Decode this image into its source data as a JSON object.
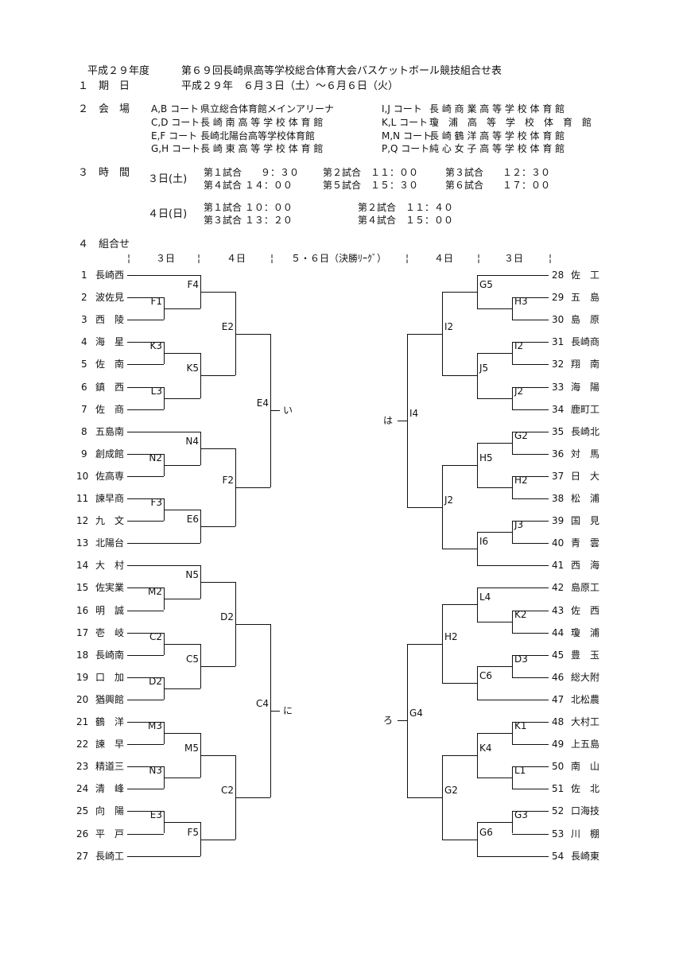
{
  "header": {
    "title_year": "平成２９年度",
    "title": "第６９回長崎県高等学校総合体育大会バスケットボール競技組合せ表",
    "period_label": "１　期　日",
    "period_value": "平成２９年　６月３日（土）～６月６日（火）",
    "venue_label": "２　会　場",
    "venues_left": [
      {
        "courts": "A,B コート",
        "place": "県立総合体育館メインアリーナ"
      },
      {
        "courts": "C,D コート",
        "place": "長 崎 南 高 等 学 校 体 育 館"
      },
      {
        "courts": "E,F コート",
        "place": "長崎北陽台高等学校体育館"
      },
      {
        "courts": "G,H コート",
        "place": "長 崎 東 高 等 学 校 体 育 館"
      }
    ],
    "venues_right": [
      {
        "courts": "I,J コート",
        "place": "長 崎 商 業 高 等 学 校 体 育 館"
      },
      {
        "courts": "K,L コート",
        "place": "瓊　浦　高　等　学　校　体　育　館"
      },
      {
        "courts": "M,N コート",
        "place": "長 崎 鶴 洋 高 等 学 校 体 育 館"
      },
      {
        "courts": "P,Q コート",
        "place": "純 心 女 子 高 等 学 校 体 育 館"
      }
    ],
    "time_label": "３　時　間",
    "day3_label": "３日(土)",
    "day3_row1": [
      "第１試合　　９：３０",
      "第２試合　１１：００",
      "第３試合　　１２：３０"
    ],
    "day3_row2": [
      "第４試合 １４：００",
      "第５試合　１５：３０",
      "第６試合　　１７：００"
    ],
    "day4_label": "４日(日)",
    "day4_row1": [
      "第１試合 １０：００",
      "第２試合　１１：４０"
    ],
    "day4_row2": [
      "第３試合 １３：２０",
      "第４試合　１５：００"
    ],
    "bracket_label": "４　組合せ",
    "day_headers": [
      "３日",
      "４日",
      "５・６日（決勝ﾘｰｸﾞ）",
      "４日",
      "３日"
    ]
  },
  "left_teams": [
    {
      "no": "1",
      "name": "長崎西"
    },
    {
      "no": "2",
      "name": "波佐見"
    },
    {
      "no": "3",
      "name": "西　陵"
    },
    {
      "no": "4",
      "name": "海　星"
    },
    {
      "no": "5",
      "name": "佐　南"
    },
    {
      "no": "6",
      "name": "鎮　西"
    },
    {
      "no": "7",
      "name": "佐　商"
    },
    {
      "no": "8",
      "name": "五島南"
    },
    {
      "no": "9",
      "name": "創成館"
    },
    {
      "no": "10",
      "name": "佐高専"
    },
    {
      "no": "11",
      "name": "諫早商"
    },
    {
      "no": "12",
      "name": "九　文"
    },
    {
      "no": "13",
      "name": "北陽台"
    },
    {
      "no": "14",
      "name": "大　村"
    },
    {
      "no": "15",
      "name": "佐実業"
    },
    {
      "no": "16",
      "name": "明　誠"
    },
    {
      "no": "17",
      "name": "壱　岐"
    },
    {
      "no": "18",
      "name": "長崎南"
    },
    {
      "no": "19",
      "name": "口　加"
    },
    {
      "no": "20",
      "name": "猶興館"
    },
    {
      "no": "21",
      "name": "鶴　洋"
    },
    {
      "no": "22",
      "name": "諫　早"
    },
    {
      "no": "23",
      "name": "精道三"
    },
    {
      "no": "24",
      "name": "清　峰"
    },
    {
      "no": "25",
      "name": "向　陽"
    },
    {
      "no": "26",
      "name": "平　戸"
    },
    {
      "no": "27",
      "name": "長崎工"
    }
  ],
  "right_teams": [
    {
      "no": "28",
      "name": "佐　工"
    },
    {
      "no": "29",
      "name": "五　島"
    },
    {
      "no": "30",
      "name": "島　原"
    },
    {
      "no": "31",
      "name": "長崎商"
    },
    {
      "no": "32",
      "name": "翔　南"
    },
    {
      "no": "33",
      "name": "海　陽"
    },
    {
      "no": "34",
      "name": "鹿町工"
    },
    {
      "no": "35",
      "name": "長崎北"
    },
    {
      "no": "36",
      "name": "対　馬"
    },
    {
      "no": "37",
      "name": "日　大"
    },
    {
      "no": "38",
      "name": "松　浦"
    },
    {
      "no": "39",
      "name": "国　見"
    },
    {
      "no": "40",
      "name": "青　雲"
    },
    {
      "no": "41",
      "name": "西　海"
    },
    {
      "no": "42",
      "name": "島原工"
    },
    {
      "no": "43",
      "name": "佐　西"
    },
    {
      "no": "44",
      "name": "瓊　浦"
    },
    {
      "no": "45",
      "name": "豊　玉"
    },
    {
      "no": "46",
      "name": "総大附"
    },
    {
      "no": "47",
      "name": "北松農"
    },
    {
      "no": "48",
      "name": "大村工"
    },
    {
      "no": "49",
      "name": "上五島"
    },
    {
      "no": "50",
      "name": "南　山"
    },
    {
      "no": "51",
      "name": "佐　北"
    },
    {
      "no": "52",
      "name": "口海技"
    },
    {
      "no": "53",
      "name": "川　棚"
    },
    {
      "no": "54",
      "name": "長崎東"
    }
  ],
  "left_codes": [
    "F1",
    "F4",
    "K3",
    "L3",
    "K5",
    "E2",
    "N2",
    "N4",
    "F3",
    "E6",
    "F2",
    "E4",
    "M2",
    "N5",
    "C2",
    "D2",
    "C5",
    "D2",
    "M3",
    "N3",
    "M5",
    "E3",
    "F5",
    "C2",
    "C4"
  ],
  "right_codes": [
    "H3",
    "G5",
    "I2",
    "J2",
    "J5",
    "I2",
    "G2",
    "H2",
    "H5",
    "J3",
    "I6",
    "J2",
    "I4",
    "K2",
    "L4",
    "D3",
    "C6",
    "H2",
    "K1",
    "L1",
    "K4",
    "G3",
    "G6",
    "G2",
    "G4"
  ],
  "final_labels": {
    "top_left": "い",
    "bottom_left": "に",
    "top_right": "は",
    "bottom_right": "ろ"
  }
}
